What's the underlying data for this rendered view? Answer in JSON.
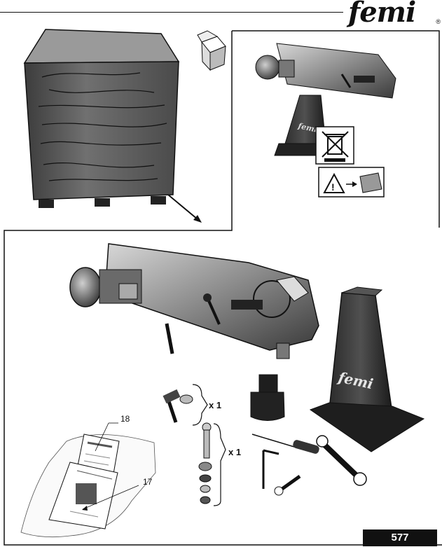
{
  "brand": {
    "logo_text": "femi",
    "registered_mark": "®"
  },
  "callouts": {
    "manual": "18",
    "parts_sheet": "17"
  },
  "quantities": {
    "lever_set": "x 1",
    "bolt_set": "x 1"
  },
  "machine_badge": "femi",
  "page_number": "577",
  "icons": [
    "weee-crossed-bin-icon",
    "warning-triangle-icon",
    "arrow-right-icon",
    "moisture-pack-icon",
    "box-open-icon"
  ]
}
